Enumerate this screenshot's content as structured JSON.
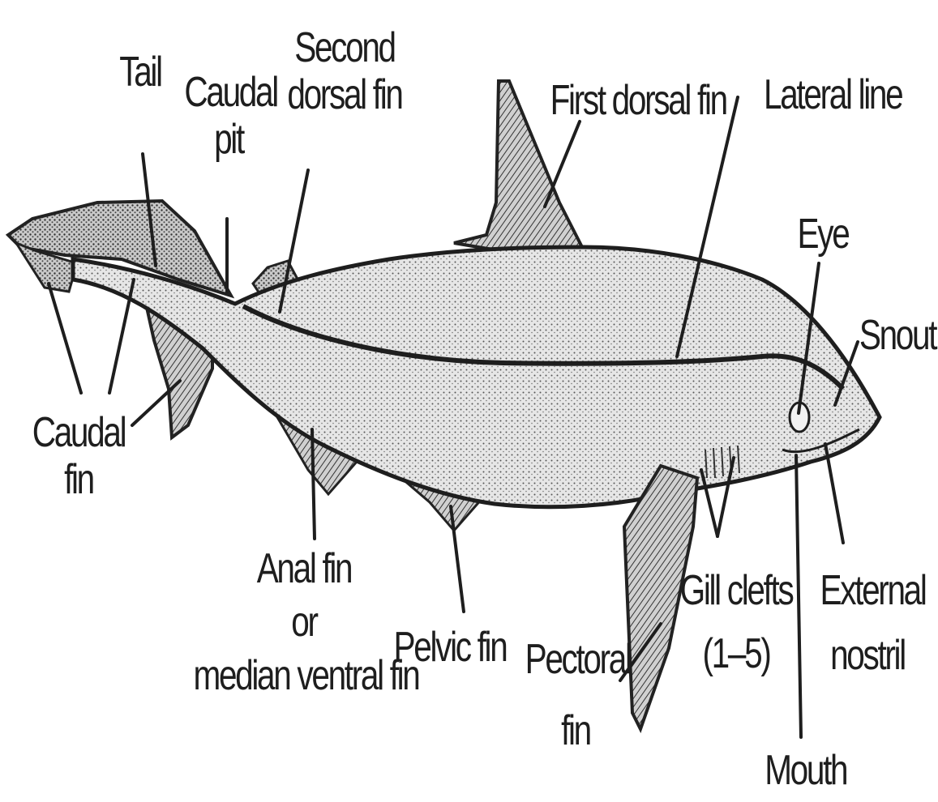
{
  "colors": {
    "ink": "#1e1e1e",
    "body_fill": "#d8d8d8",
    "fin_fill": "#bdbdbd",
    "paper": "#ffffff"
  },
  "labels": {
    "tail": "Tail",
    "caudal_pit": [
      "Caudal",
      "pit"
    ],
    "second_dorsal_fin": [
      "Second",
      "dorsal fin"
    ],
    "first_dorsal_fin": "First dorsal fin",
    "lateral_line": "Lateral line",
    "eye": "Eye",
    "snout": "Snout",
    "caudal_fin": [
      "Caudal",
      "fin"
    ],
    "anal_fin": [
      "Anal fin",
      "or",
      "median ventral fin"
    ],
    "pelvic_fin": "Pelvic fin",
    "pectoral_fin": [
      "Pectoral",
      "fin"
    ],
    "gill_clefts": [
      "Gill clefts",
      "(1–5)"
    ],
    "external_nostril": [
      "External",
      "nostril"
    ],
    "mouth": "Mouth"
  }
}
